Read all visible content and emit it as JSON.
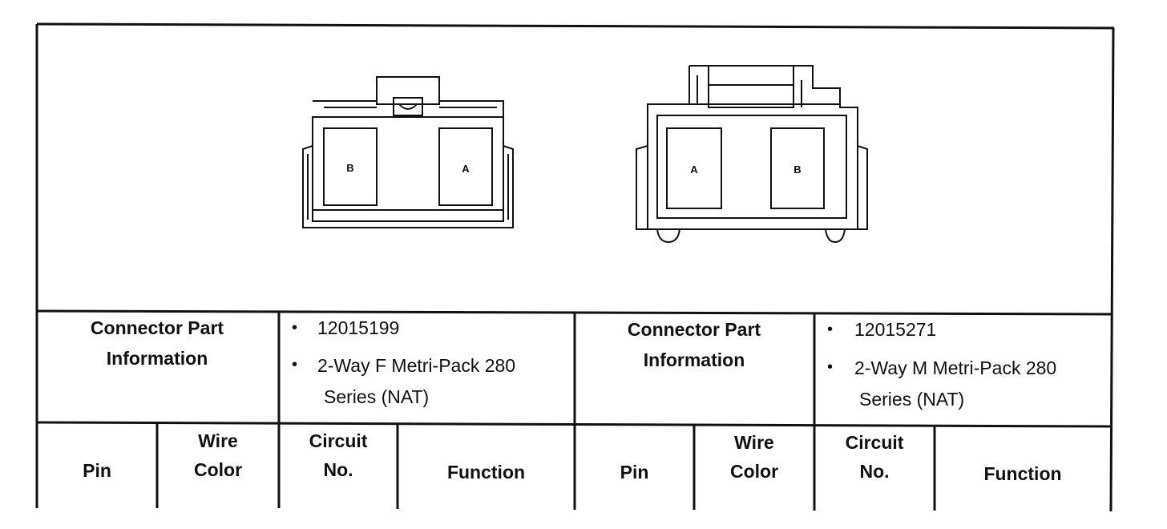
{
  "left_connector": {
    "pin_labels": [
      "B",
      "A"
    ],
    "info_label_line1": "Connector Part",
    "info_label_line2": "Information",
    "part_number": "12015199",
    "description_line1": "2-Way F Metri-Pack 280",
    "description_line2": "Series (NAT)",
    "headers": {
      "pin": "Pin",
      "wire_line1": "Wire",
      "wire_line2": "Color",
      "circuit_line1": "Circuit",
      "circuit_line2": "No.",
      "function": "Function"
    }
  },
  "right_connector": {
    "pin_labels": [
      "A",
      "B"
    ],
    "info_label_line1": "Connector Part",
    "info_label_line2": "Information",
    "part_number": "12015271",
    "description_line1": "2-Way M Metri-Pack 280",
    "description_line2": "Series (NAT)",
    "headers": {
      "pin": "Pin",
      "wire_line1": "Wire",
      "wire_line2": "Color",
      "circuit_line1": "Circuit",
      "circuit_line2": "No.",
      "function": "Function"
    }
  },
  "colors": {
    "ink": "#111111",
    "paper": "#ffffff"
  }
}
